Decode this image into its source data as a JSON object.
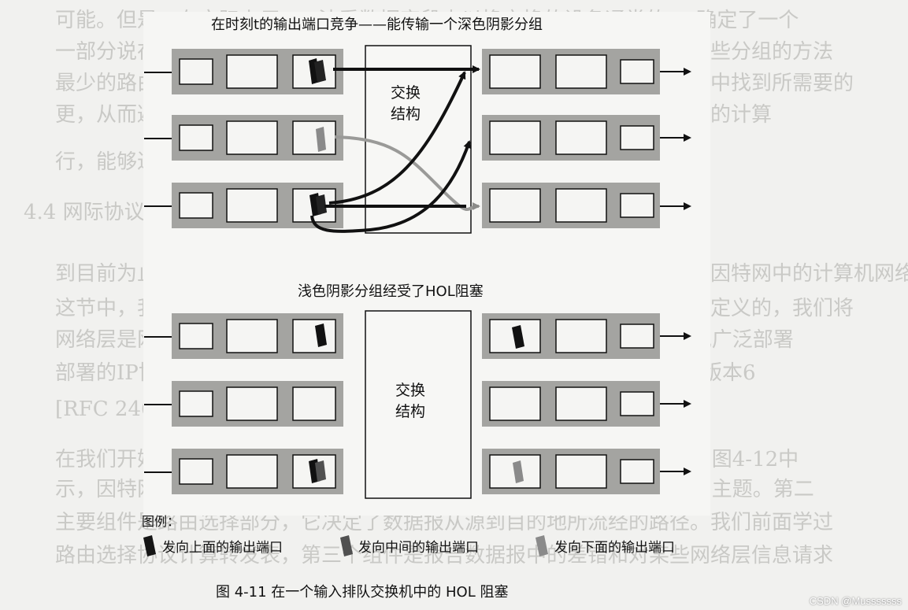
{
  "background_text": [
    "可能。但是，在实际上用AIE法看数据字段来以换交换的设备通常的AR确定了一个",
    "一部分说在交互和通信的所有。决定状态的不确定之间的一分组中的另一些分组的方法",
    "最少的路由器组织的最后的一分组。在这些情况下，被认为是在交换结构中找到所需要的",
    "更，从而避免下面的情况下，第一个分组可以在下一个时刻通过交换结构的计算",
    "行，能够进行调度和转发。",
    "4.4 网际协议：因特网中的转发和编址",
    "到目前为止，我们的网络层讨论集中在网络层的转发和路由选择功能上，因特网中的计算机网络，",
    "这节中，我们将注意力转向因特网网络层的关键方面，它们是由网际协议定义的，我们将",
    "网络层是网际协议的核心。目前有两个版本的IP在使用中。我们首先研究广泛部署",
    "部署的IP协议版本4，即IPv4 [RFC 791]。我们将在本节结束时研究IP版本6",
    "[RFC 2460; RFC 4291]，它已被提议替代IPv4。",
    "在我们开始研究IP之前，先来看看因特网的网络层的组成。如图所示，如图4-12中",
    "示，因特网的网络层有三个主要组件。第一个组件是IP协议，它是本节的主题。第二",
    "主要组件是路由选择部分，它决定了数据报从源到目的地所流经的路径。我们前面学过",
    "路由选择协议计算转发表，第三个组件是报告数据报中的差错和对某些网络层信息请求"
  ],
  "top_title": "在时刻t的输出端口竞争——能传输一个深色阴影分组",
  "bottom_title": "浅色阴影分组经受了HOL阻塞",
  "fabric_label_line1": "交换",
  "fabric_label_line2": "结构",
  "legend_title": "图例：",
  "legend": [
    {
      "label": "发向上面的输出端口",
      "shade": "#151515"
    },
    {
      "label": "发向中间的输出端口",
      "shade": "#505050"
    },
    {
      "label": "发向下面的输出端口",
      "shade": "#8a8a8a"
    }
  ],
  "caption": "图 4-11   在一个输入排队交换机中的 HOL 阻塞",
  "watermark": "CSDN @Musssssss",
  "colors": {
    "port_band": "#a4a4a1",
    "slot_fill": "#f5f5f3",
    "fabric_fill": "#f7f7f5",
    "line": "#111111",
    "light_arrow": "#9a9a98"
  }
}
